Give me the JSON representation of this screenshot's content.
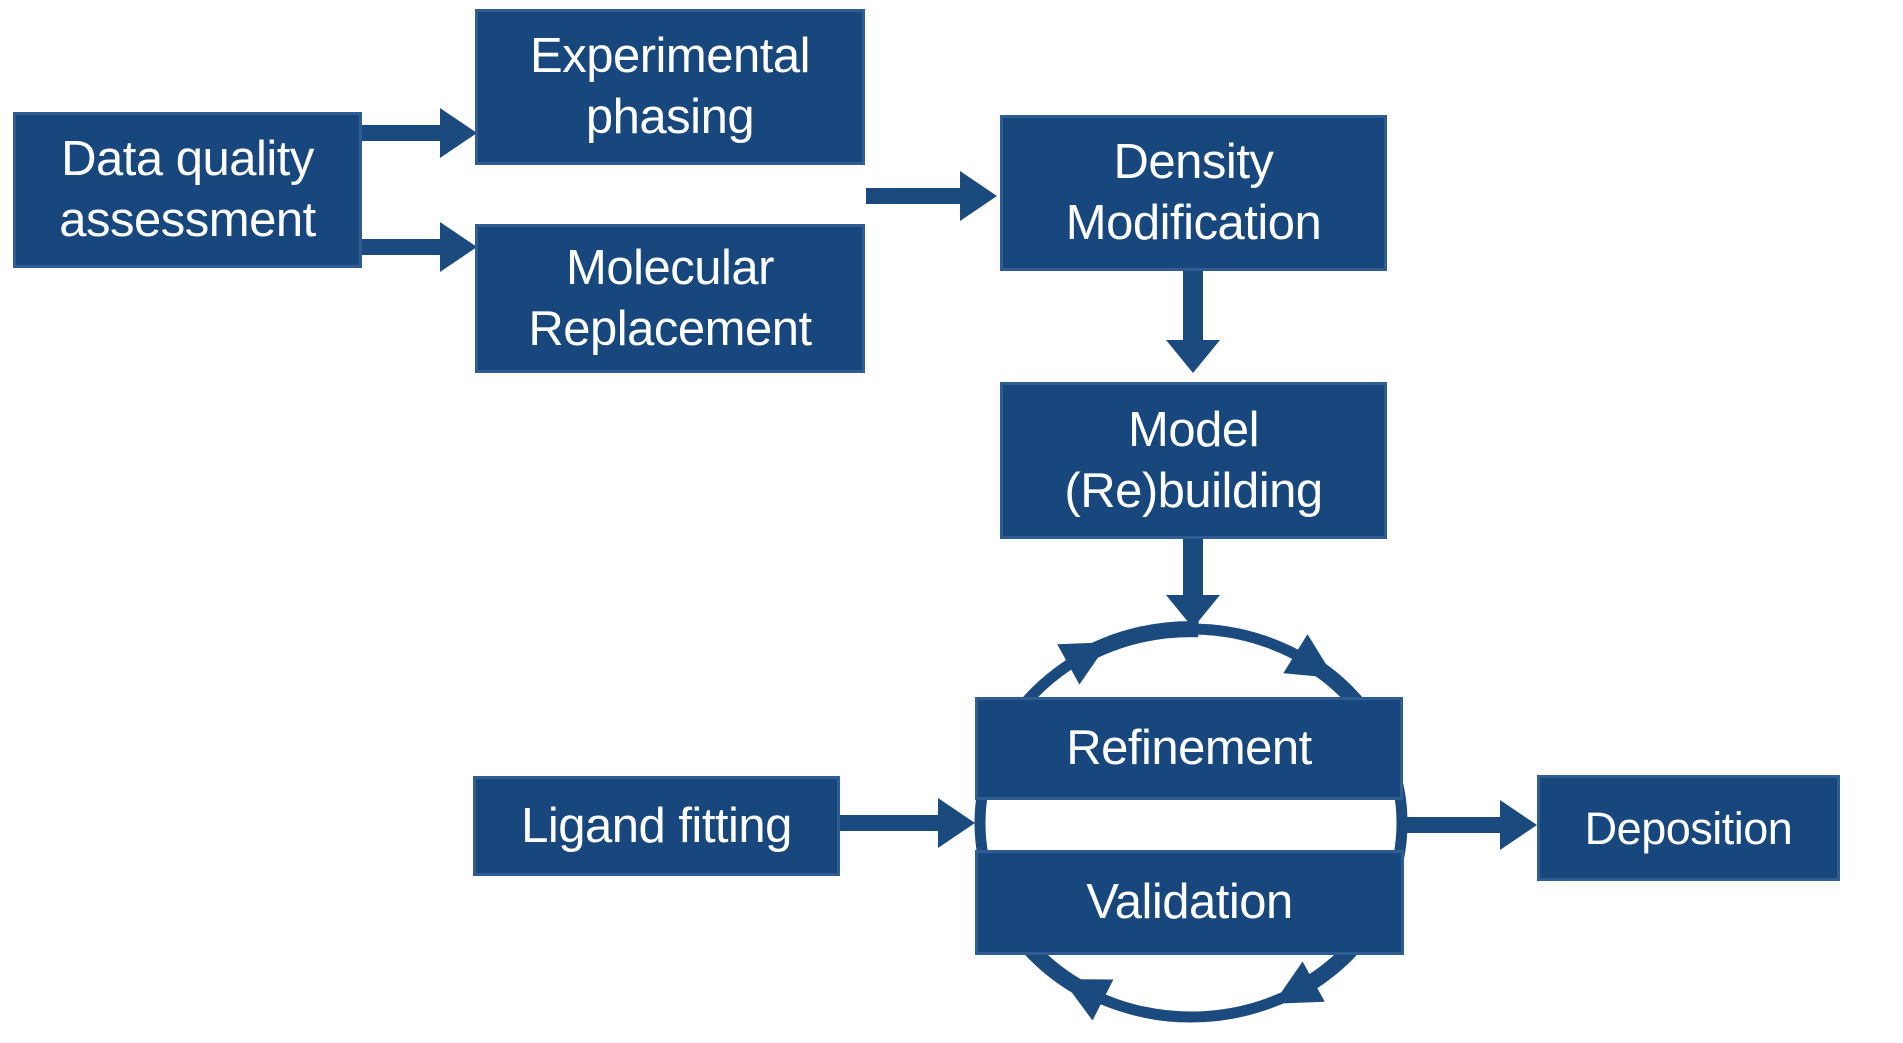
{
  "diagram": {
    "type": "flowchart",
    "colors": {
      "box_fill": "#17477C",
      "box_border": "#2F5D92",
      "arrow": "#1B4B7E",
      "text": "#FFFFFF",
      "background": "#FFFFFF"
    },
    "nodes": [
      {
        "id": "data-quality-assessment",
        "lines": [
          "Data quality",
          "assessment"
        ]
      },
      {
        "id": "experimental-phasing",
        "lines": [
          "Experimental",
          "phasing"
        ]
      },
      {
        "id": "molecular-replacement",
        "lines": [
          "Molecular",
          "Replacement"
        ]
      },
      {
        "id": "density-modification",
        "lines": [
          "Density",
          "Modification"
        ]
      },
      {
        "id": "model-rebuilding",
        "lines": [
          "Model",
          "(Re)building"
        ]
      },
      {
        "id": "refinement",
        "lines": [
          "Refinement"
        ]
      },
      {
        "id": "validation",
        "lines": [
          "Validation"
        ]
      },
      {
        "id": "ligand-fitting",
        "lines": [
          "Ligand fitting"
        ]
      },
      {
        "id": "deposition",
        "lines": [
          "Deposition"
        ]
      }
    ],
    "edges": [
      {
        "from": "data-quality-assessment",
        "to": "experimental-phasing"
      },
      {
        "from": "data-quality-assessment",
        "to": "molecular-replacement"
      },
      {
        "from": "experimental-phasing / molecular-replacement",
        "to": "density-modification"
      },
      {
        "from": "density-modification",
        "to": "model-rebuilding"
      },
      {
        "from": "model-rebuilding",
        "to": "refinement-validation-cycle"
      },
      {
        "from": "ligand-fitting",
        "to": "refinement-validation-cycle"
      },
      {
        "from": "refinement-validation-cycle",
        "to": "deposition"
      }
    ],
    "cycle": {
      "members": [
        "refinement",
        "validation"
      ],
      "direction": "clockwise"
    }
  }
}
